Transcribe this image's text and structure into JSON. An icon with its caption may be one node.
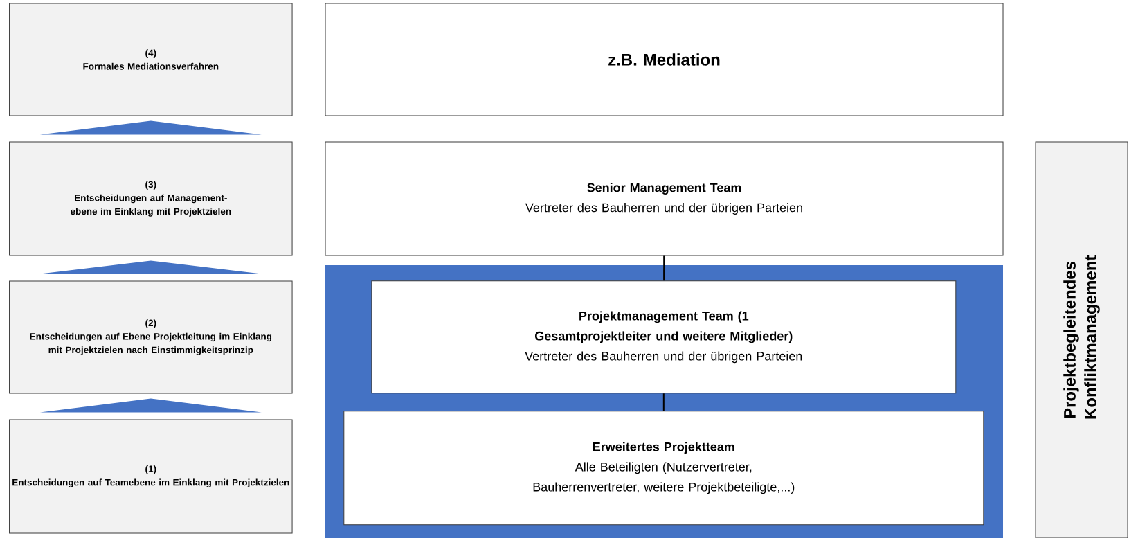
{
  "diagram": {
    "nodes": [
      {
        "text": [
          "(4)",
          "Formales Mediationsverfahren"
        ]
      },
      {
        "text": [
          "z.B. Mediation"
        ]
      },
      {
        "text": [
          "(3)",
          "Entscheidungen auf Management-ebene im Einklang mit Projektzielen"
        ]
      },
      {
        "text": [
          "Senior Management Team",
          "Vertreter des Bauherren und der übrigen Parteien"
        ]
      },
      {
        "text": [
          "Projektbegleitendes Konfliktmanagement"
        ]
      },
      {
        "text": [
          "(2)",
          "Entscheidungen auf Ebene Projektleitung im Einklang mit Projektzielen nach Einstimmigkeitsprinzip"
        ]
      },
      {
        "text": [],
        "shape": "box"
      },
      {
        "text": [
          "Projektmanagement Team (1 Gesamtprojektleiter und weitere Mitglieder)",
          "Vertreter des Bauherren und der übrigen Parteien"
        ],
        "in": 6
      },
      {
        "text": [
          "(1)",
          "Entscheidungen auf Teamebene im Einklang mit Projektzielen"
        ]
      },
      {
        "text": [
          "Erweitertes Projektteam",
          "Alle Beteiligten (Nutzervertreter, Bauherrenvertreter, weitere Projektbeteiligte,...)"
        ],
        "in": 6
      }
    ],
    "edges": [
      {
        "from": 8,
        "to": 5,
        "arrow": "to",
        "color": "#4472c4"
      },
      {
        "from": 5,
        "to": 2,
        "arrow": "to",
        "color": "#4472c4"
      },
      {
        "from": 2,
        "to": 0,
        "arrow": "to",
        "color": "#4472c4"
      },
      {
        "from": 3,
        "to": 7,
        "arrow": "none"
      },
      {
        "from": 7,
        "to": 9,
        "arrow": "none"
      }
    ]
  }
}
